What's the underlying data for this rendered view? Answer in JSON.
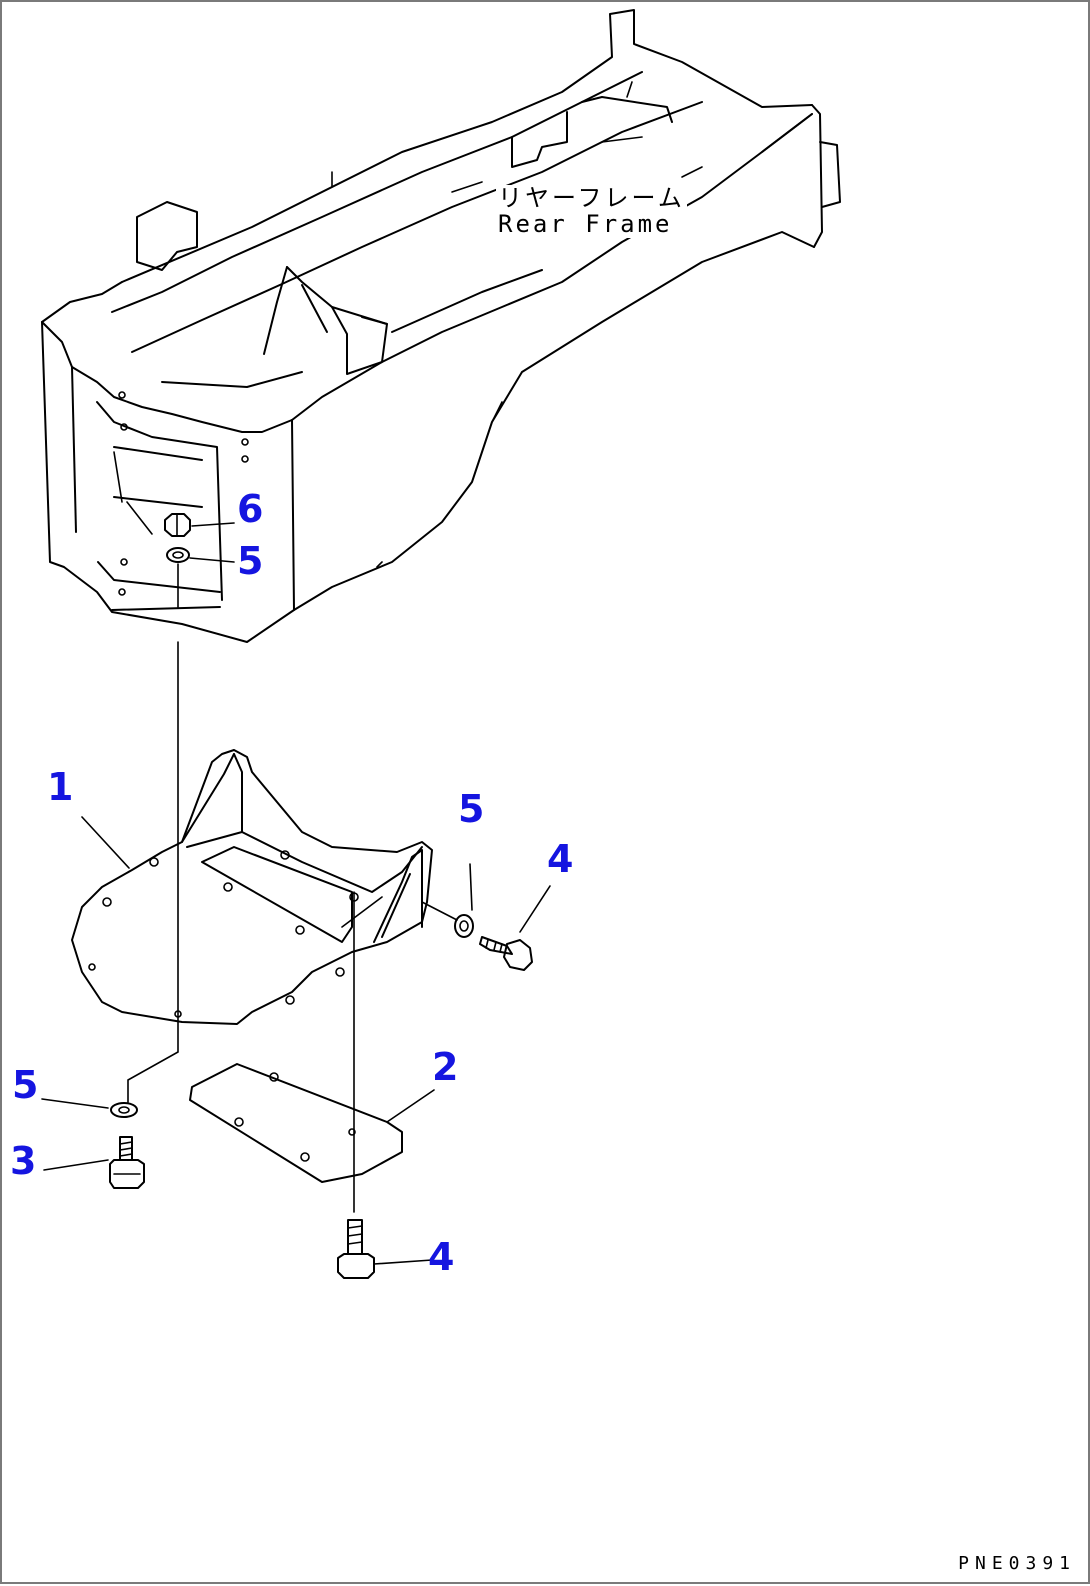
{
  "frame_label": {
    "jp": "リヤーフレーム",
    "en": "Rear Frame"
  },
  "callouts": {
    "c1": "1",
    "c2": "2",
    "c3": "3",
    "c4_side": "4",
    "c4_bottom": "4",
    "c5_top": "5",
    "c5_right": "5",
    "c5_left": "5",
    "c6": "6"
  },
  "drawing_code": "PNE0391",
  "colors": {
    "callout": "#1515e0",
    "line": "#000000",
    "border": "#7a7a7a"
  }
}
